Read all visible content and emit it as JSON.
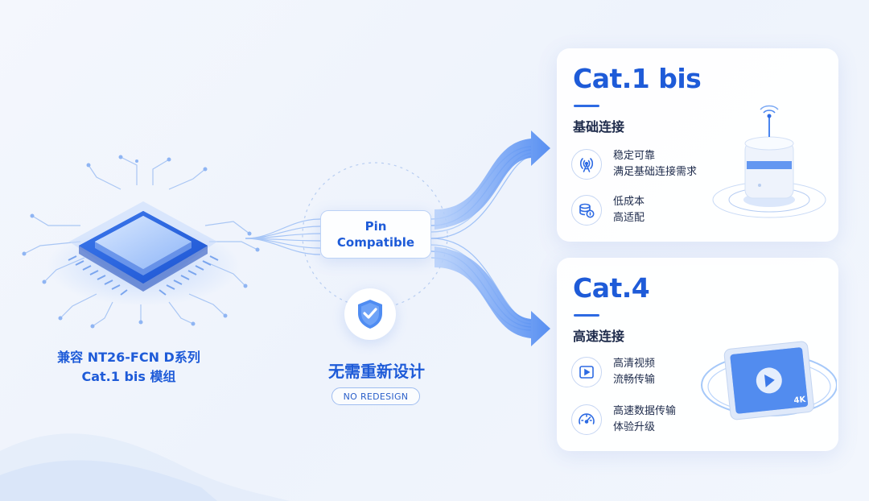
{
  "left_chip": {
    "label_line1": "兼容 NT26-FCN D系列",
    "label_line2": "Cat.1 bis 模组"
  },
  "center": {
    "pin_line1": "Pin",
    "pin_line2": "Compatible",
    "no_design_cn": "无需重新设计",
    "no_redesign_en": "NO REDESIGN"
  },
  "cat1": {
    "title": "Cat.1 bis",
    "subtitle": "基础连接",
    "features": [
      {
        "icon": "antenna-icon",
        "line1": "稳定可靠",
        "line2": "满足基础连接需求"
      },
      {
        "icon": "coin-stack-icon",
        "line1": "低成本",
        "line2": "高适配"
      }
    ]
  },
  "cat4": {
    "title": "Cat.4",
    "subtitle": "高速连接",
    "features": [
      {
        "icon": "play-icon",
        "line1": "高清视频",
        "line2": "流畅传输"
      },
      {
        "icon": "speedometer-icon",
        "line1": "高速数据传输",
        "line2": "体验升级"
      }
    ],
    "screen_badge": "4K"
  },
  "colors": {
    "accent": "#1e5bd8",
    "background": "#f2f6fd",
    "card": "#ffffff",
    "light_blue": "#6ea3f7"
  }
}
